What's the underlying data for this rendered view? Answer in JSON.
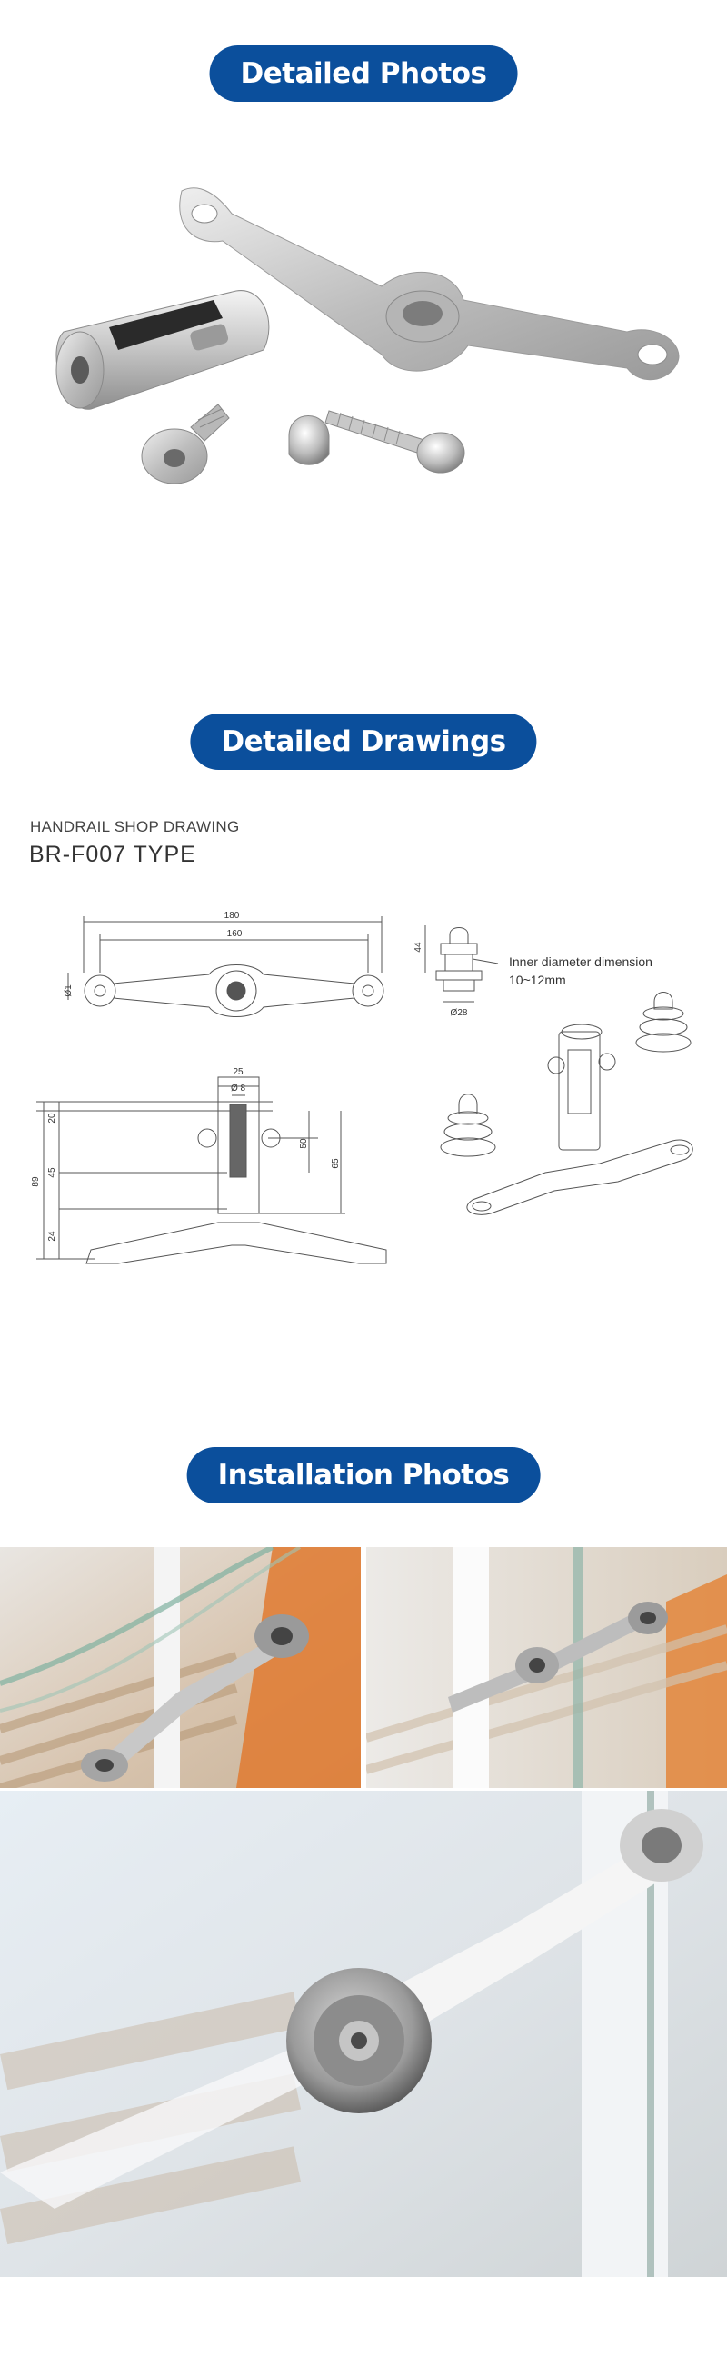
{
  "sections": {
    "photos_heading": "Detailed Photos",
    "drawings_heading": "Detailed Drawings",
    "installation_heading": "Installation Photos"
  },
  "drawing": {
    "subtitle": "HANDRAIL SHOP DRAWING",
    "title": "BR-F007 TYPE",
    "note_line1": "Inner diameter dimension",
    "note_line2": "10~12mm",
    "dims": {
      "d180": "180",
      "d160": "160",
      "d44": "44",
      "d28": "Ø28",
      "d25": "25",
      "d8": "Ø 8",
      "d20": "20",
      "d45": "45",
      "d89": "89",
      "d24": "24",
      "d50": "50",
      "d65": "65",
      "d_phi": "Ø1"
    }
  },
  "colors": {
    "pill_bg": "#0b4f9c",
    "pill_text": "#ffffff"
  }
}
